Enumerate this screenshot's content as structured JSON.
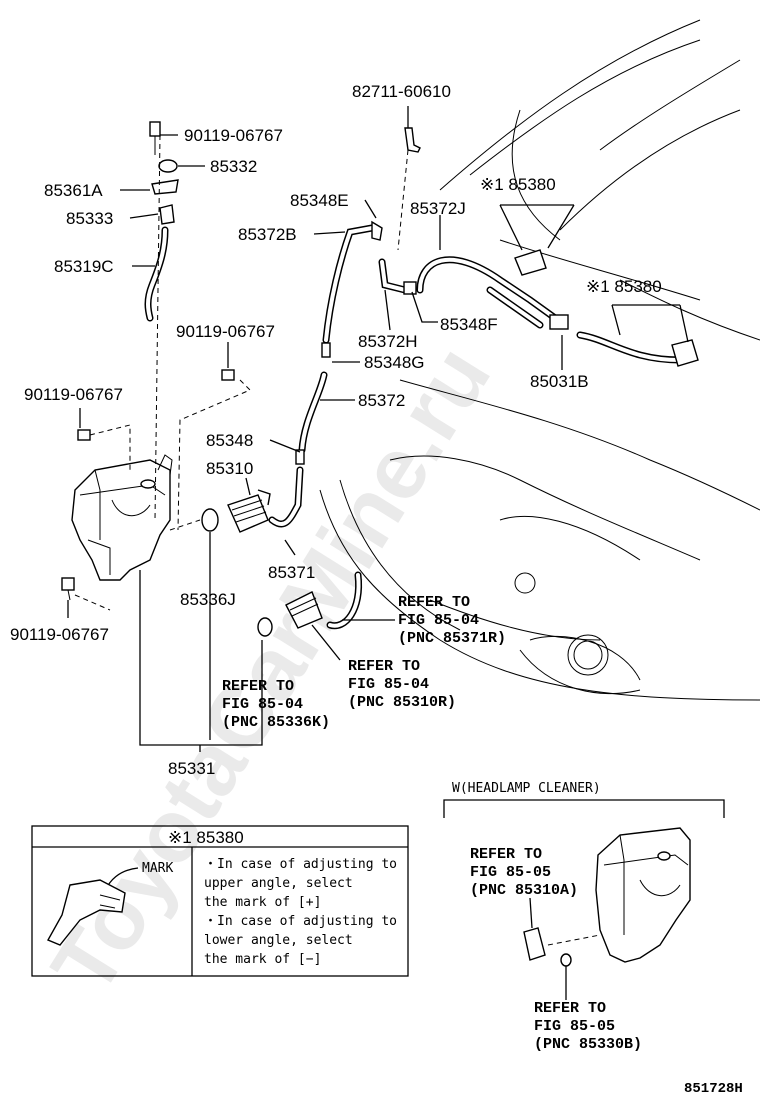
{
  "labels": {
    "p82711": "82711-60610",
    "p90119a": "90119-06767",
    "p85332": "85332",
    "p85361A": "85361A",
    "p85333": "85333",
    "p85319C": "85319C",
    "p90119b": "90119-06767",
    "p90119c": "90119-06767",
    "p90119d": "90119-06767",
    "p85348E": "85348E",
    "p85372B": "85372B",
    "p85372J": "85372J",
    "p85380a": "※1 85380",
    "p85380b": "※1 85380",
    "p85372H": "85372H",
    "p85348F": "85348F",
    "p85348G": "85348G",
    "p85031B": "85031B",
    "p85372": "85372",
    "p85348": "85348",
    "p85310": "85310",
    "p85371": "85371",
    "p85336J": "85336J",
    "p85331": "85331"
  },
  "refs": {
    "ref1": [
      "REFER TO",
      "FIG 85-04",
      "(PNC 85371R)"
    ],
    "ref2": [
      "REFER TO",
      "FIG 85-04",
      "(PNC 85310R)"
    ],
    "ref3": [
      "REFER TO",
      "FIG 85-04",
      "(PNC 85336K)"
    ],
    "ref4": [
      "REFER TO",
      "FIG 85-05",
      "(PNC 85310A)"
    ],
    "ref5": [
      "REFER TO",
      "FIG 85-05",
      "(PNC 85330B)"
    ]
  },
  "inset": {
    "title": "W(HEADLAMP CLEANER)"
  },
  "note_box": {
    "title": "※1 85380",
    "mark_label": "MARK",
    "lines": [
      "・In case of adjusting to",
      "  upper angle, select",
      "  the mark of [+]",
      "・In case of adjusting to",
      "  lower angle, select",
      "  the mark of [−]"
    ]
  },
  "figure_id": "851728H",
  "watermark": "ToyotaCarMine.ru"
}
